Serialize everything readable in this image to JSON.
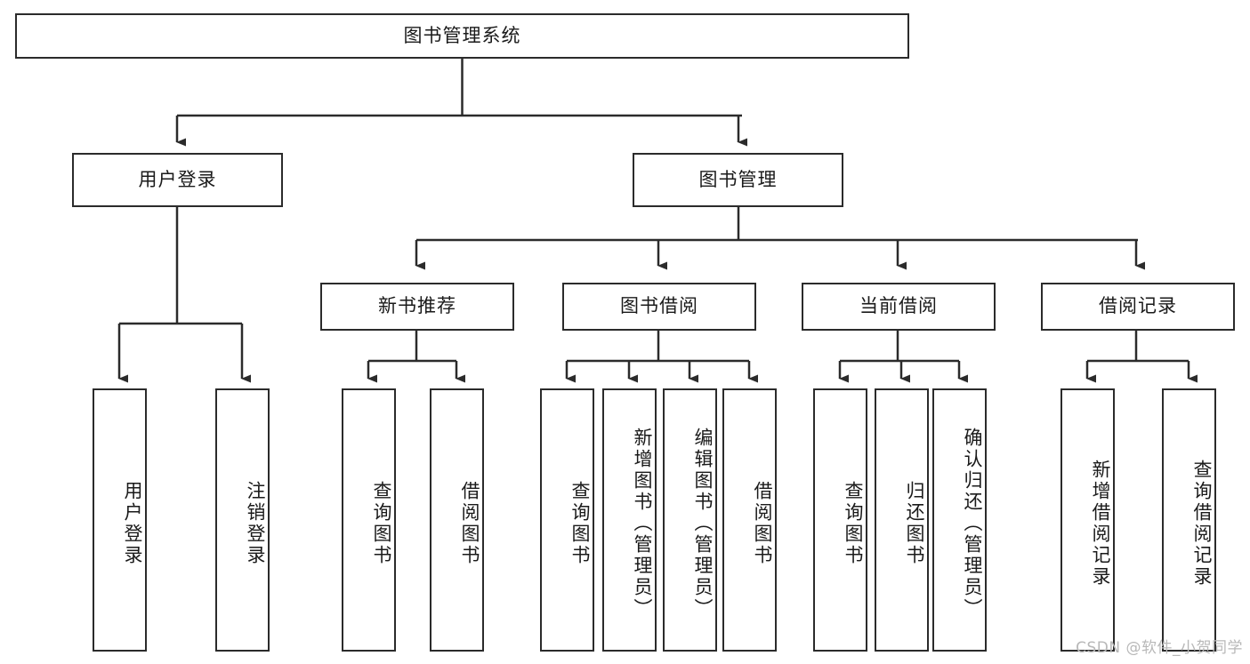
{
  "diagram": {
    "title": "图书管理系统",
    "type": "tree-hierarchy-diagram",
    "watermark": "CSDN @软件_小贺同学",
    "colors": {
      "background": "#ffffff",
      "box_border": "#2b2b2b",
      "box_fill": "#ffffff",
      "text": "#1a1a1a",
      "connector": "#2b2b2b",
      "watermark": "#b8b8b8"
    },
    "nodes": {
      "root": {
        "label": "图书管理系统"
      },
      "level2": [
        {
          "id": "user-login",
          "label": "用户登录"
        },
        {
          "id": "book-manage",
          "label": "图书管理"
        }
      ],
      "level3": [
        {
          "id": "new-book-recommend",
          "label": "新书推荐"
        },
        {
          "id": "book-borrow",
          "label": "图书借阅"
        },
        {
          "id": "current-borrow",
          "label": "当前借阅"
        },
        {
          "id": "borrow-record",
          "label": "借阅记录"
        }
      ],
      "leaves": {
        "user-login": [
          {
            "id": "leaf-user-login",
            "label": "用户登录"
          },
          {
            "id": "leaf-logout-login",
            "label": "注销登录"
          }
        ],
        "new-book-recommend": [
          {
            "id": "leaf-query-book-1",
            "label": "查询图书"
          },
          {
            "id": "leaf-borrow-book-1",
            "label": "借阅图书"
          }
        ],
        "book-borrow": [
          {
            "id": "leaf-query-book-2",
            "label": "查询图书"
          },
          {
            "id": "leaf-add-book",
            "label": "新增图书（管理员）"
          },
          {
            "id": "leaf-edit-book",
            "label": "编辑图书（管理员）"
          },
          {
            "id": "leaf-borrow-book-2",
            "label": "借阅图书"
          }
        ],
        "current-borrow": [
          {
            "id": "leaf-query-book-3",
            "label": "查询图书"
          },
          {
            "id": "leaf-return-book",
            "label": "归还图书"
          },
          {
            "id": "leaf-confirm-return",
            "label": "确认归还（管理员）"
          }
        ],
        "borrow-record": [
          {
            "id": "leaf-add-record",
            "label": "新增借阅记录"
          },
          {
            "id": "leaf-query-record",
            "label": "查询借阅记录"
          }
        ]
      }
    },
    "edges": [
      {
        "from": "root",
        "to": "user-login"
      },
      {
        "from": "root",
        "to": "book-manage"
      },
      {
        "from": "book-manage",
        "to": "new-book-recommend"
      },
      {
        "from": "book-manage",
        "to": "book-borrow"
      },
      {
        "from": "book-manage",
        "to": "current-borrow"
      },
      {
        "from": "book-manage",
        "to": "borrow-record"
      },
      {
        "from": "user-login",
        "to": "leaf-user-login"
      },
      {
        "from": "user-login",
        "to": "leaf-logout-login"
      },
      {
        "from": "new-book-recommend",
        "to": "leaf-query-book-1"
      },
      {
        "from": "new-book-recommend",
        "to": "leaf-borrow-book-1"
      },
      {
        "from": "book-borrow",
        "to": "leaf-query-book-2"
      },
      {
        "from": "book-borrow",
        "to": "leaf-add-book"
      },
      {
        "from": "book-borrow",
        "to": "leaf-edit-book"
      },
      {
        "from": "book-borrow",
        "to": "leaf-borrow-book-2"
      },
      {
        "from": "current-borrow",
        "to": "leaf-query-book-3"
      },
      {
        "from": "current-borrow",
        "to": "leaf-return-book"
      },
      {
        "from": "current-borrow",
        "to": "leaf-confirm-return"
      },
      {
        "from": "borrow-record",
        "to": "leaf-add-record"
      },
      {
        "from": "borrow-record",
        "to": "leaf-query-record"
      }
    ]
  }
}
